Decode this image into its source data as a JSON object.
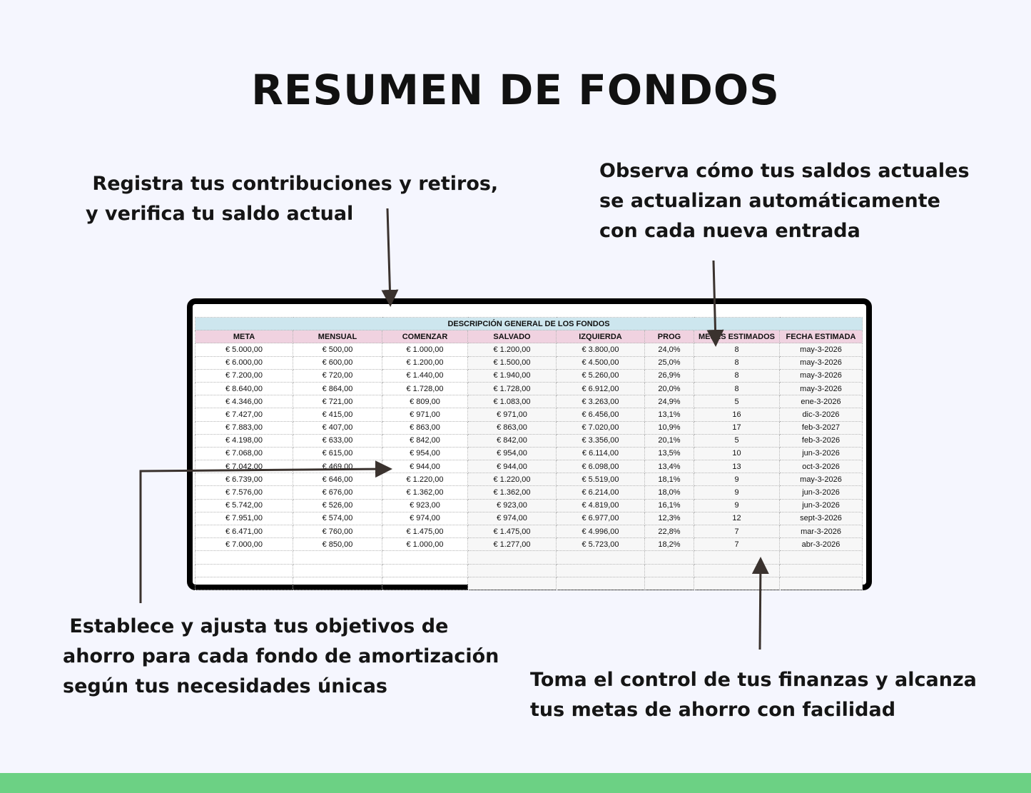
{
  "title": "RESUMEN DE FONDOS",
  "notes": {
    "top_left": " Registra tus contribuciones y retiros,\ny verifica tu saldo actual",
    "top_right": "Observa cómo tus saldos actuales\nse actualizan automáticamente\ncon cada nueva entrada",
    "bottom_left": " Establece y ajusta tus objetivos de\nahorro para cada fondo de amortización\nsegún tus necesidades únicas",
    "bottom_right": "Toma el control de tus finanzas y alcanza\ntus metas de ahorro con facilidad"
  },
  "table": {
    "caption": "DESCRIPCIÓN GENERAL DE LOS FONDOS",
    "headers": [
      "META",
      "MENSUAL",
      "COMENZAR",
      "SALVADO",
      "IZQUIERDA",
      "PROG",
      "MESES ESTIMADOS",
      "FECHA ESTIMADA"
    ],
    "rows": [
      [
        "€ 5.000,00",
        "€ 500,00",
        "€ 1.000,00",
        "€ 1.200,00",
        "€ 3.800,00",
        "24,0%",
        "8",
        "may-3-2026"
      ],
      [
        "€ 6.000,00",
        "€ 600,00",
        "€ 1.200,00",
        "€ 1.500,00",
        "€ 4.500,00",
        "25,0%",
        "8",
        "may-3-2026"
      ],
      [
        "€ 7.200,00",
        "€ 720,00",
        "€ 1.440,00",
        "€ 1.940,00",
        "€ 5.260,00",
        "26,9%",
        "8",
        "may-3-2026"
      ],
      [
        "€ 8.640,00",
        "€ 864,00",
        "€ 1.728,00",
        "€ 1.728,00",
        "€ 6.912,00",
        "20,0%",
        "8",
        "may-3-2026"
      ],
      [
        "€ 4.346,00",
        "€ 721,00",
        "€ 809,00",
        "€ 1.083,00",
        "€ 3.263,00",
        "24,9%",
        "5",
        "ene-3-2026"
      ],
      [
        "€ 7.427,00",
        "€ 415,00",
        "€ 971,00",
        "€ 971,00",
        "€ 6.456,00",
        "13,1%",
        "16",
        "dic-3-2026"
      ],
      [
        "€ 7.883,00",
        "€ 407,00",
        "€ 863,00",
        "€ 863,00",
        "€ 7.020,00",
        "10,9%",
        "17",
        "feb-3-2027"
      ],
      [
        "€ 4.198,00",
        "€ 633,00",
        "€ 842,00",
        "€ 842,00",
        "€ 3.356,00",
        "20,1%",
        "5",
        "feb-3-2026"
      ],
      [
        "€ 7.068,00",
        "€ 615,00",
        "€ 954,00",
        "€ 954,00",
        "€ 6.114,00",
        "13,5%",
        "10",
        "jun-3-2026"
      ],
      [
        "€ 7.042,00",
        "€ 469,00",
        "€ 944,00",
        "€ 944,00",
        "€ 6.098,00",
        "13,4%",
        "13",
        "oct-3-2026"
      ],
      [
        "€ 6.739,00",
        "€ 646,00",
        "€ 1.220,00",
        "€ 1.220,00",
        "€ 5.519,00",
        "18,1%",
        "9",
        "may-3-2026"
      ],
      [
        "€ 7.576,00",
        "€ 676,00",
        "€ 1.362,00",
        "€ 1.362,00",
        "€ 6.214,00",
        "18,0%",
        "9",
        "jun-3-2026"
      ],
      [
        "€ 5.742,00",
        "€ 526,00",
        "€ 923,00",
        "€ 923,00",
        "€ 4.819,00",
        "16,1%",
        "9",
        "jun-3-2026"
      ],
      [
        "€ 7.951,00",
        "€ 574,00",
        "€ 974,00",
        "€ 974,00",
        "€ 6.977,00",
        "12,3%",
        "12",
        "sept-3-2026"
      ],
      [
        "€ 6.471,00",
        "€ 760,00",
        "€ 1.475,00",
        "€ 1.475,00",
        "€ 4.996,00",
        "22,8%",
        "7",
        "mar-3-2026"
      ],
      [
        "€ 7.000,00",
        "€ 850,00",
        "€ 1.000,00",
        "€ 1.277,00",
        "€ 5.723,00",
        "18,2%",
        "7",
        "abr-3-2026"
      ]
    ]
  },
  "colors": {
    "caption_bg": "#cde6ee",
    "header_bg": "#f0d2e0",
    "footer_bar": "#6cd184",
    "arrow": "#3a322e"
  }
}
